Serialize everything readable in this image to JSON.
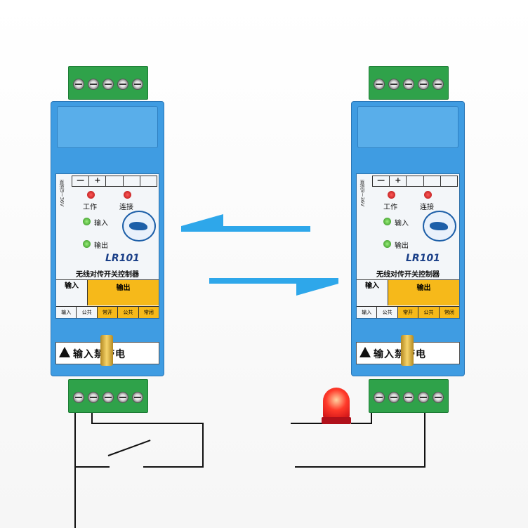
{
  "device": {
    "power_label": "直流9~36V",
    "polarity": [
      "—",
      "+",
      "",
      "",
      ""
    ],
    "led_work": "工作",
    "led_link": "连接",
    "led_input": "输入",
    "led_output": "输出",
    "model": "LR101",
    "subtitle": "无线对传开关控制器",
    "table_input": "输入",
    "table_output": "输出",
    "cells": [
      "输入",
      "公共",
      "常开",
      "公共",
      "常闭"
    ],
    "warning": "输入禁带电",
    "colors": {
      "body": "#3f9ce2",
      "terminal": "#2fa24a",
      "output_band": "#f6b91a",
      "arrow": "#2ea7ea",
      "lamp": "#e0141c"
    }
  },
  "arrows": [
    "arrow-left-icon",
    "arrow-right-icon"
  ]
}
